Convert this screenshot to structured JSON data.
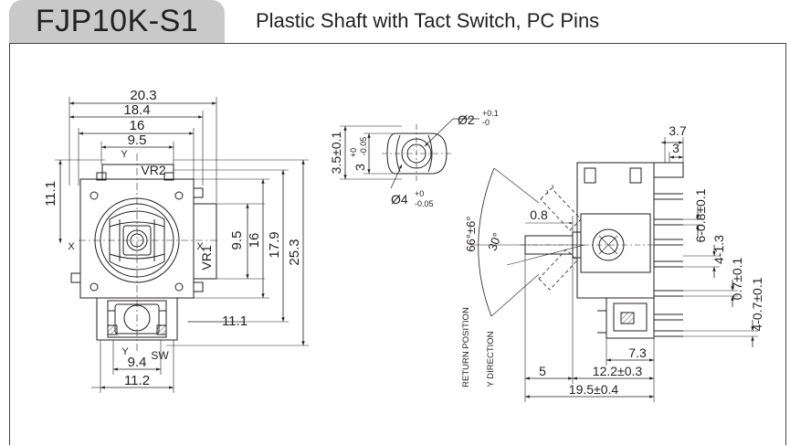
{
  "header": {
    "part_number": "FJP10K-S1",
    "title": "Plastic Shaft with Tact Switch, PC Pins"
  },
  "front_view": {
    "dims": {
      "w_20_3": "20.3",
      "w_18_4": "18.4",
      "w_16": "16",
      "w_9_5": "9.5",
      "h_11_1": "11.1",
      "h_9_5": "9.5",
      "h_16": "16",
      "h_17_9": "17.9",
      "h_25_3": "25.3",
      "h_11_1_bottom": "11.1",
      "w_9_4": "9.4",
      "w_11_2": "11.2"
    },
    "labels": {
      "y_top": "Y",
      "vr2": "VR2",
      "x_left": "X",
      "x_right": "X",
      "vr1": "VR1",
      "y_bottom": "Y",
      "sw": "SW"
    }
  },
  "shaft_view": {
    "dims": {
      "dia_2": "Ø2",
      "dia_2_tol_plus": "+0.1",
      "dia_2_tol_minus": "-0",
      "h_3_5": "3.5±0.1",
      "h_3": "3",
      "h_3_tol_plus": "+0",
      "h_3_tol_minus": "-0.05",
      "dia_4": "Ø4",
      "dia_4_tol_plus": "+0",
      "dia_4_tol_minus": "-0.05"
    }
  },
  "side_view": {
    "dims": {
      "w_3_7": "3.7",
      "w_3": "3",
      "pin_6": "6-0.8±0.1",
      "pin_4_1_3": "4-1.3",
      "pin_0_7": "0.7±0.1",
      "pin_4_0_7": "4-0.7±0.1",
      "d_0_8": "0.8",
      "w_7_3": "7.3",
      "w_5": "5",
      "w_12_2": "12.2±0.3",
      "w_19_5": "19.5±0.4",
      "angle_66": "66°±6°",
      "angle_30": "30°"
    },
    "labels": {
      "return_position": "RETURN POSITION",
      "y_direction": "Y DIRECTION"
    }
  }
}
